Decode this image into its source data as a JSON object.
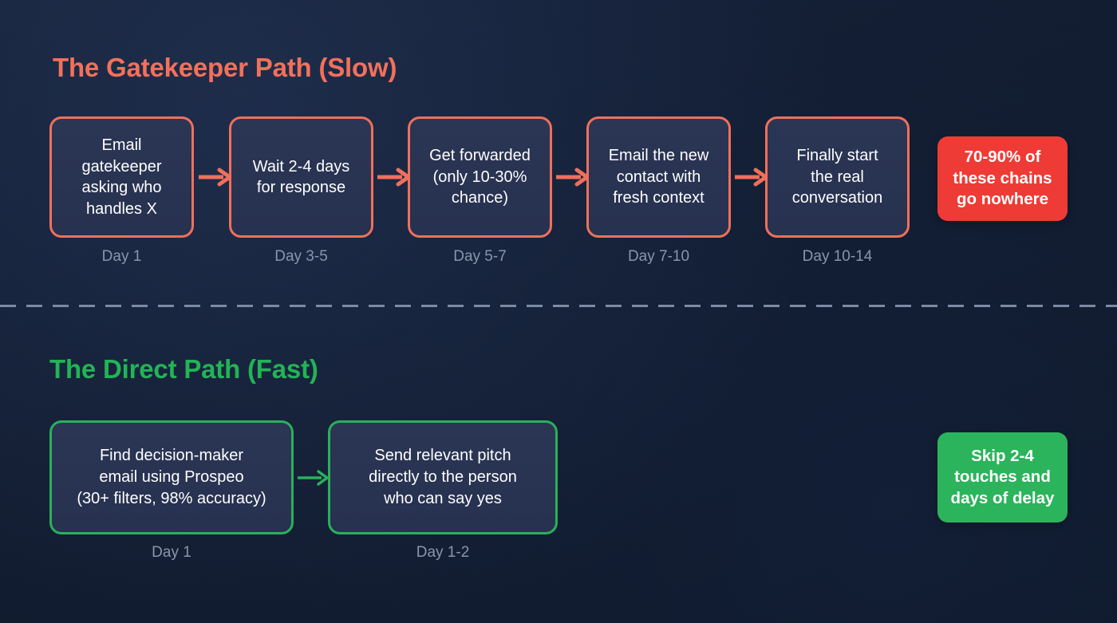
{
  "background_color": "#101a2e",
  "divider": {
    "name": "section-divider",
    "style": "dashed",
    "color": "#7d8aa3"
  },
  "sections": [
    {
      "id": "slow",
      "title": "The Gatekeeper Path (Slow)",
      "accent_color": "#f0705b",
      "title_color": "#f4705a",
      "steps": [
        {
          "text": "Email\ngatekeeper\nasking who\nhandles X",
          "day": "Day 1"
        },
        {
          "text": "Wait 2-4 days\nfor response",
          "day": "Day 3-5"
        },
        {
          "text": "Get forwarded\n(only 10-30%\nchance)",
          "day": "Day 5-7"
        },
        {
          "text": "Email the new\ncontact with\nfresh context",
          "day": "Day 7-10"
        },
        {
          "text": "Finally start\nthe real\nconversation",
          "day": "Day 10-14"
        }
      ],
      "badge": {
        "text": "70-90% of\nthese chains\ngo nowhere",
        "color": "#ef3b35"
      }
    },
    {
      "id": "fast",
      "title": "The Direct Path (Fast)",
      "accent_color": "#2ab05a",
      "title_color": "#22b455",
      "steps": [
        {
          "text": "Find decision-maker\nemail using Prospeo\n(30+ filters, 98% accuracy)",
          "day": "Day 1"
        },
        {
          "text": "Send relevant pitch\ndirectly to the person\nwho can say yes",
          "day": "Day 1-2"
        }
      ],
      "badge": {
        "text": "Skip 2-4\ntouches and\ndays of delay",
        "color": "#2bb45b"
      }
    }
  ]
}
